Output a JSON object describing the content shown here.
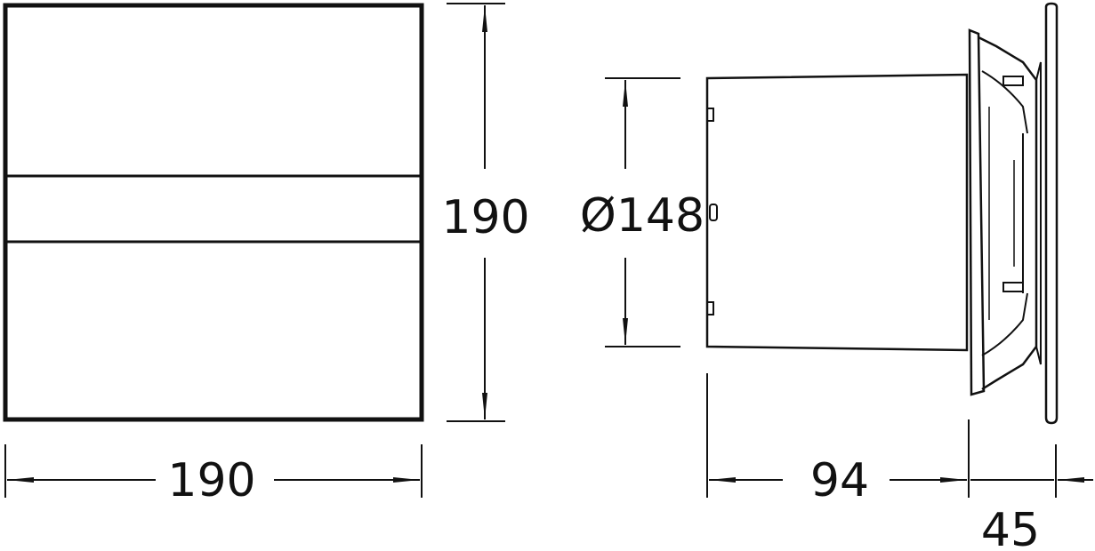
{
  "dimensions": {
    "front_width": "190",
    "front_height": "190",
    "diameter": "Ø148",
    "body_depth": "94",
    "flange_depth": "45"
  },
  "colors": {
    "line": "#111111",
    "background": "#ffffff"
  }
}
